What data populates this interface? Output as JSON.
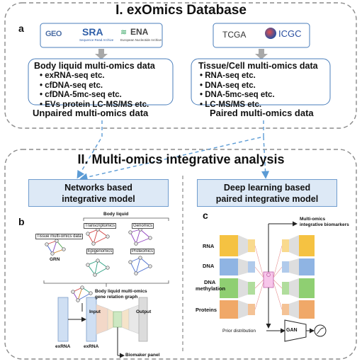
{
  "section1": {
    "title": "I. exOmics Database",
    "panel_letter": "a",
    "left_logos": {
      "geo": "GEO",
      "sra": "SRA",
      "sra_sub": "Sequence Read Archive",
      "ena": "ENA",
      "ena_sub": "European Nucleotide Archive"
    },
    "right_logos": {
      "tcga": "TCGA",
      "icgc": "ICGC"
    },
    "left_box": {
      "title": "Body liquid multi-omics data",
      "items": [
        "exRNA-seq etc.",
        "cfDNA-seq etc.",
        "cfDNA-5mc-seq etc.",
        "EVs protein LC-MS/MS etc."
      ]
    },
    "right_box": {
      "title": "Tissue/Cell multi-omics data",
      "items": [
        "RNA-seq etc.",
        "DNA-seq etc.",
        "DNA-5mc-seq etc.",
        "LC-MS/MS etc."
      ]
    },
    "left_caption": "Unpaired multi-omics data",
    "right_caption": "Paired multi-omics data"
  },
  "section2": {
    "title": "II. Multi-omics integrative analysis",
    "left_model": {
      "line1": "Networks based",
      "line2": "integrative model"
    },
    "right_model": {
      "line1": "Deep learning based",
      "line2": "paired integrative model"
    },
    "panel_b": {
      "letter": "b",
      "body_liquid": "Body liquid",
      "tissue": "Tissue multi-omics data",
      "grn": "GRN",
      "transcriptomics": "Transcriptomics",
      "genomics": "Genomics",
      "epigenomics": "Epigenomics",
      "proteomics": "Proteomics",
      "relation_graph_1": "Body liquid multi-omics",
      "relation_graph_2": "gene relation graph",
      "input": "Input",
      "output": "Output",
      "exrna_1": "exRNA",
      "exrna_2": "exRNA",
      "biomarker_panel": "Biomaker panel"
    },
    "panel_c": {
      "letter": "c",
      "biomarkers_1": "Multi-omics",
      "biomarkers_2": "integrative biomarkers",
      "rna": "RNA",
      "dna": "DNA",
      "methylation_1": "DNA",
      "methylation_2": "methylation",
      "proteins": "Proteins",
      "prior": "Prior distribution",
      "gan": "GAN"
    }
  },
  "colors": {
    "dashed_border": "#8a8a8a",
    "logo_box_border": "#4a7ebb",
    "model_box_fill": "#dde9f6",
    "arrow_blue": "#5b9bd5",
    "rna_yellow": "#f5c242",
    "dna_blue": "#8fb4e3",
    "methyl_green": "#8fcf72",
    "protein_orange": "#f0a868",
    "latent_pink": "#f49ad9"
  }
}
